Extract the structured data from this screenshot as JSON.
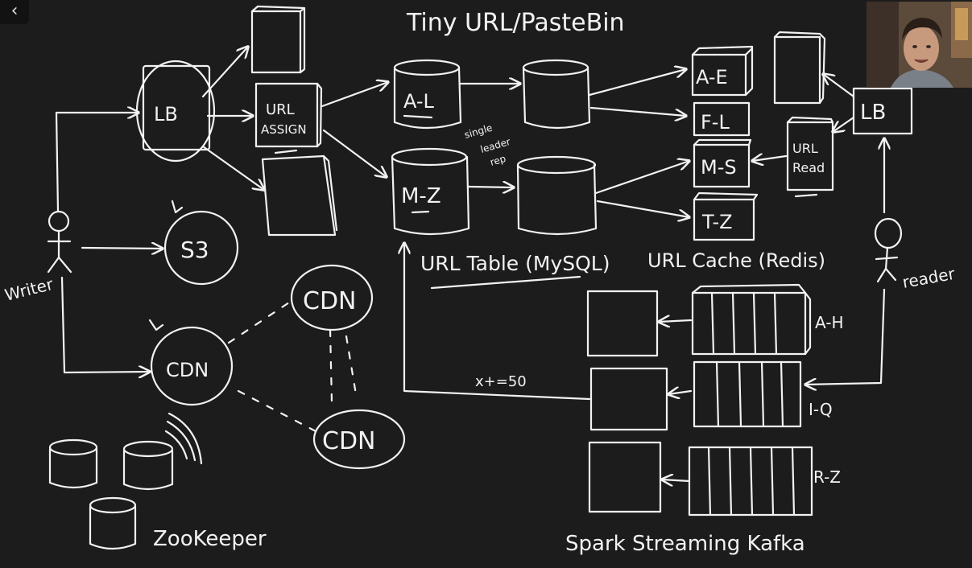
{
  "title": "Tiny URL/PasteBin",
  "nodes": {
    "lb_writer": "LB",
    "url_assign": [
      "URL",
      "ASSIGN"
    ],
    "s3": "S3",
    "cdn_main": "CDN",
    "cdn_top": "CDN",
    "cdn_bottom": "CDN",
    "db_a_l": "A-L",
    "db_m_z": "M-Z",
    "replication_note": [
      "single",
      "leader",
      "rep"
    ],
    "url_table": "URL Table (MySQL)",
    "cache_a_e": "A-E",
    "cache_f_l": "F-L",
    "cache_m_s": "M-S",
    "cache_t_z": "T-Z",
    "url_cache": "URL Cache (Redis)",
    "url_read": [
      "URL",
      "Read"
    ],
    "lb_reader": "LB",
    "kafka_a_h": "A-H",
    "kafka_i_q": "I-Q",
    "kafka_r_z": "R-Z",
    "flush_note": "x+=50",
    "stream_label": "Spark Streaming Kafka",
    "zookeeper": "ZooKeeper"
  },
  "actors": {
    "writer": "Writer",
    "reader": "reader"
  },
  "ui": {
    "back_icon": "‹"
  },
  "colors": {
    "board": "#1c1c1c",
    "ink": "#f2f2f2"
  }
}
